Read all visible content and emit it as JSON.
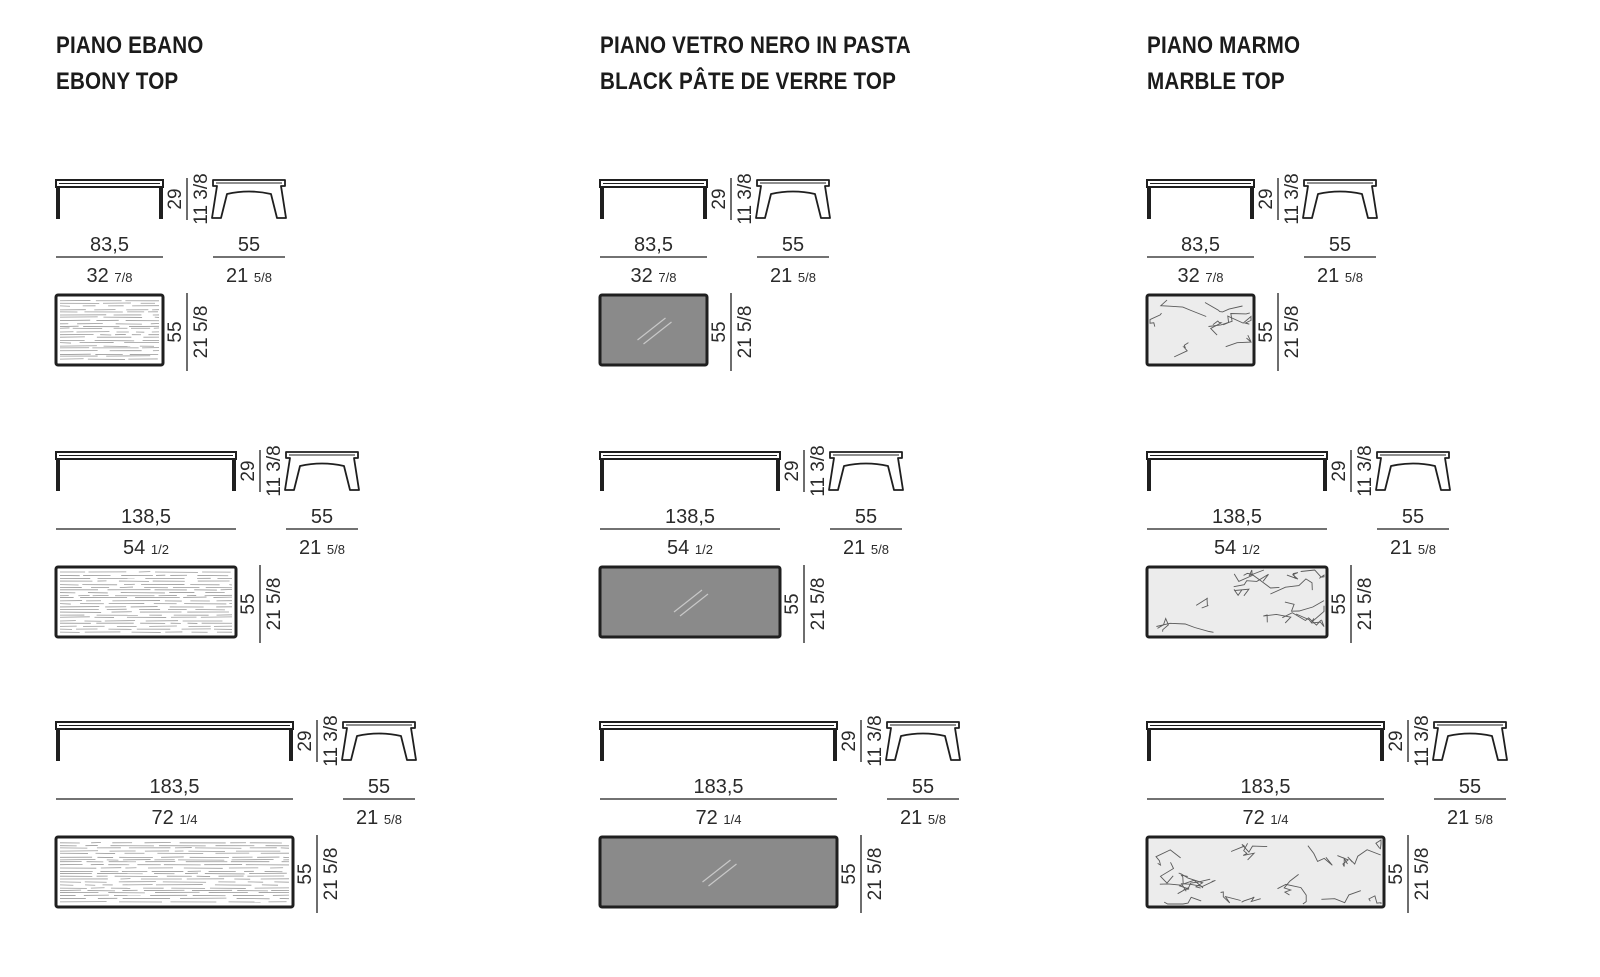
{
  "columns": [
    {
      "title_it": "PIANO EBANO",
      "title_en": "EBONY TOP",
      "finish": "ebony"
    },
    {
      "title_it": "PIANO VETRO NERO IN PASTA",
      "title_en": "BLACK PÂTE DE VERRE TOP",
      "finish": "glass"
    },
    {
      "title_it": "PIANO MARMO",
      "title_en": "MARBLE TOP",
      "finish": "marble"
    }
  ],
  "tables": [
    {
      "length_cm": "83,5",
      "length_in_whole": "32",
      "length_in_frac": "7/8",
      "width_cm": "55",
      "width_in_whole": "21",
      "width_in_frac": "5/8",
      "height_cm": "29",
      "height_in": "11 3/8"
    },
    {
      "length_cm": "138,5",
      "length_in_whole": "54",
      "length_in_frac": "1/2",
      "width_cm": "55",
      "width_in_whole": "21",
      "width_in_frac": "5/8",
      "height_cm": "29",
      "height_in": "11 3/8"
    },
    {
      "length_cm": "183,5",
      "length_in_whole": "72",
      "length_in_frac": "1/4",
      "width_cm": "55",
      "width_in_whole": "21",
      "width_in_frac": "5/8",
      "height_cm": "29",
      "height_in": "11 3/8"
    }
  ],
  "colors": {
    "line": "#1f1f1f",
    "glass_fill": "#8a8a8a",
    "marble_fill": "#ececec",
    "ebony_grain": "#9a9a9a"
  }
}
